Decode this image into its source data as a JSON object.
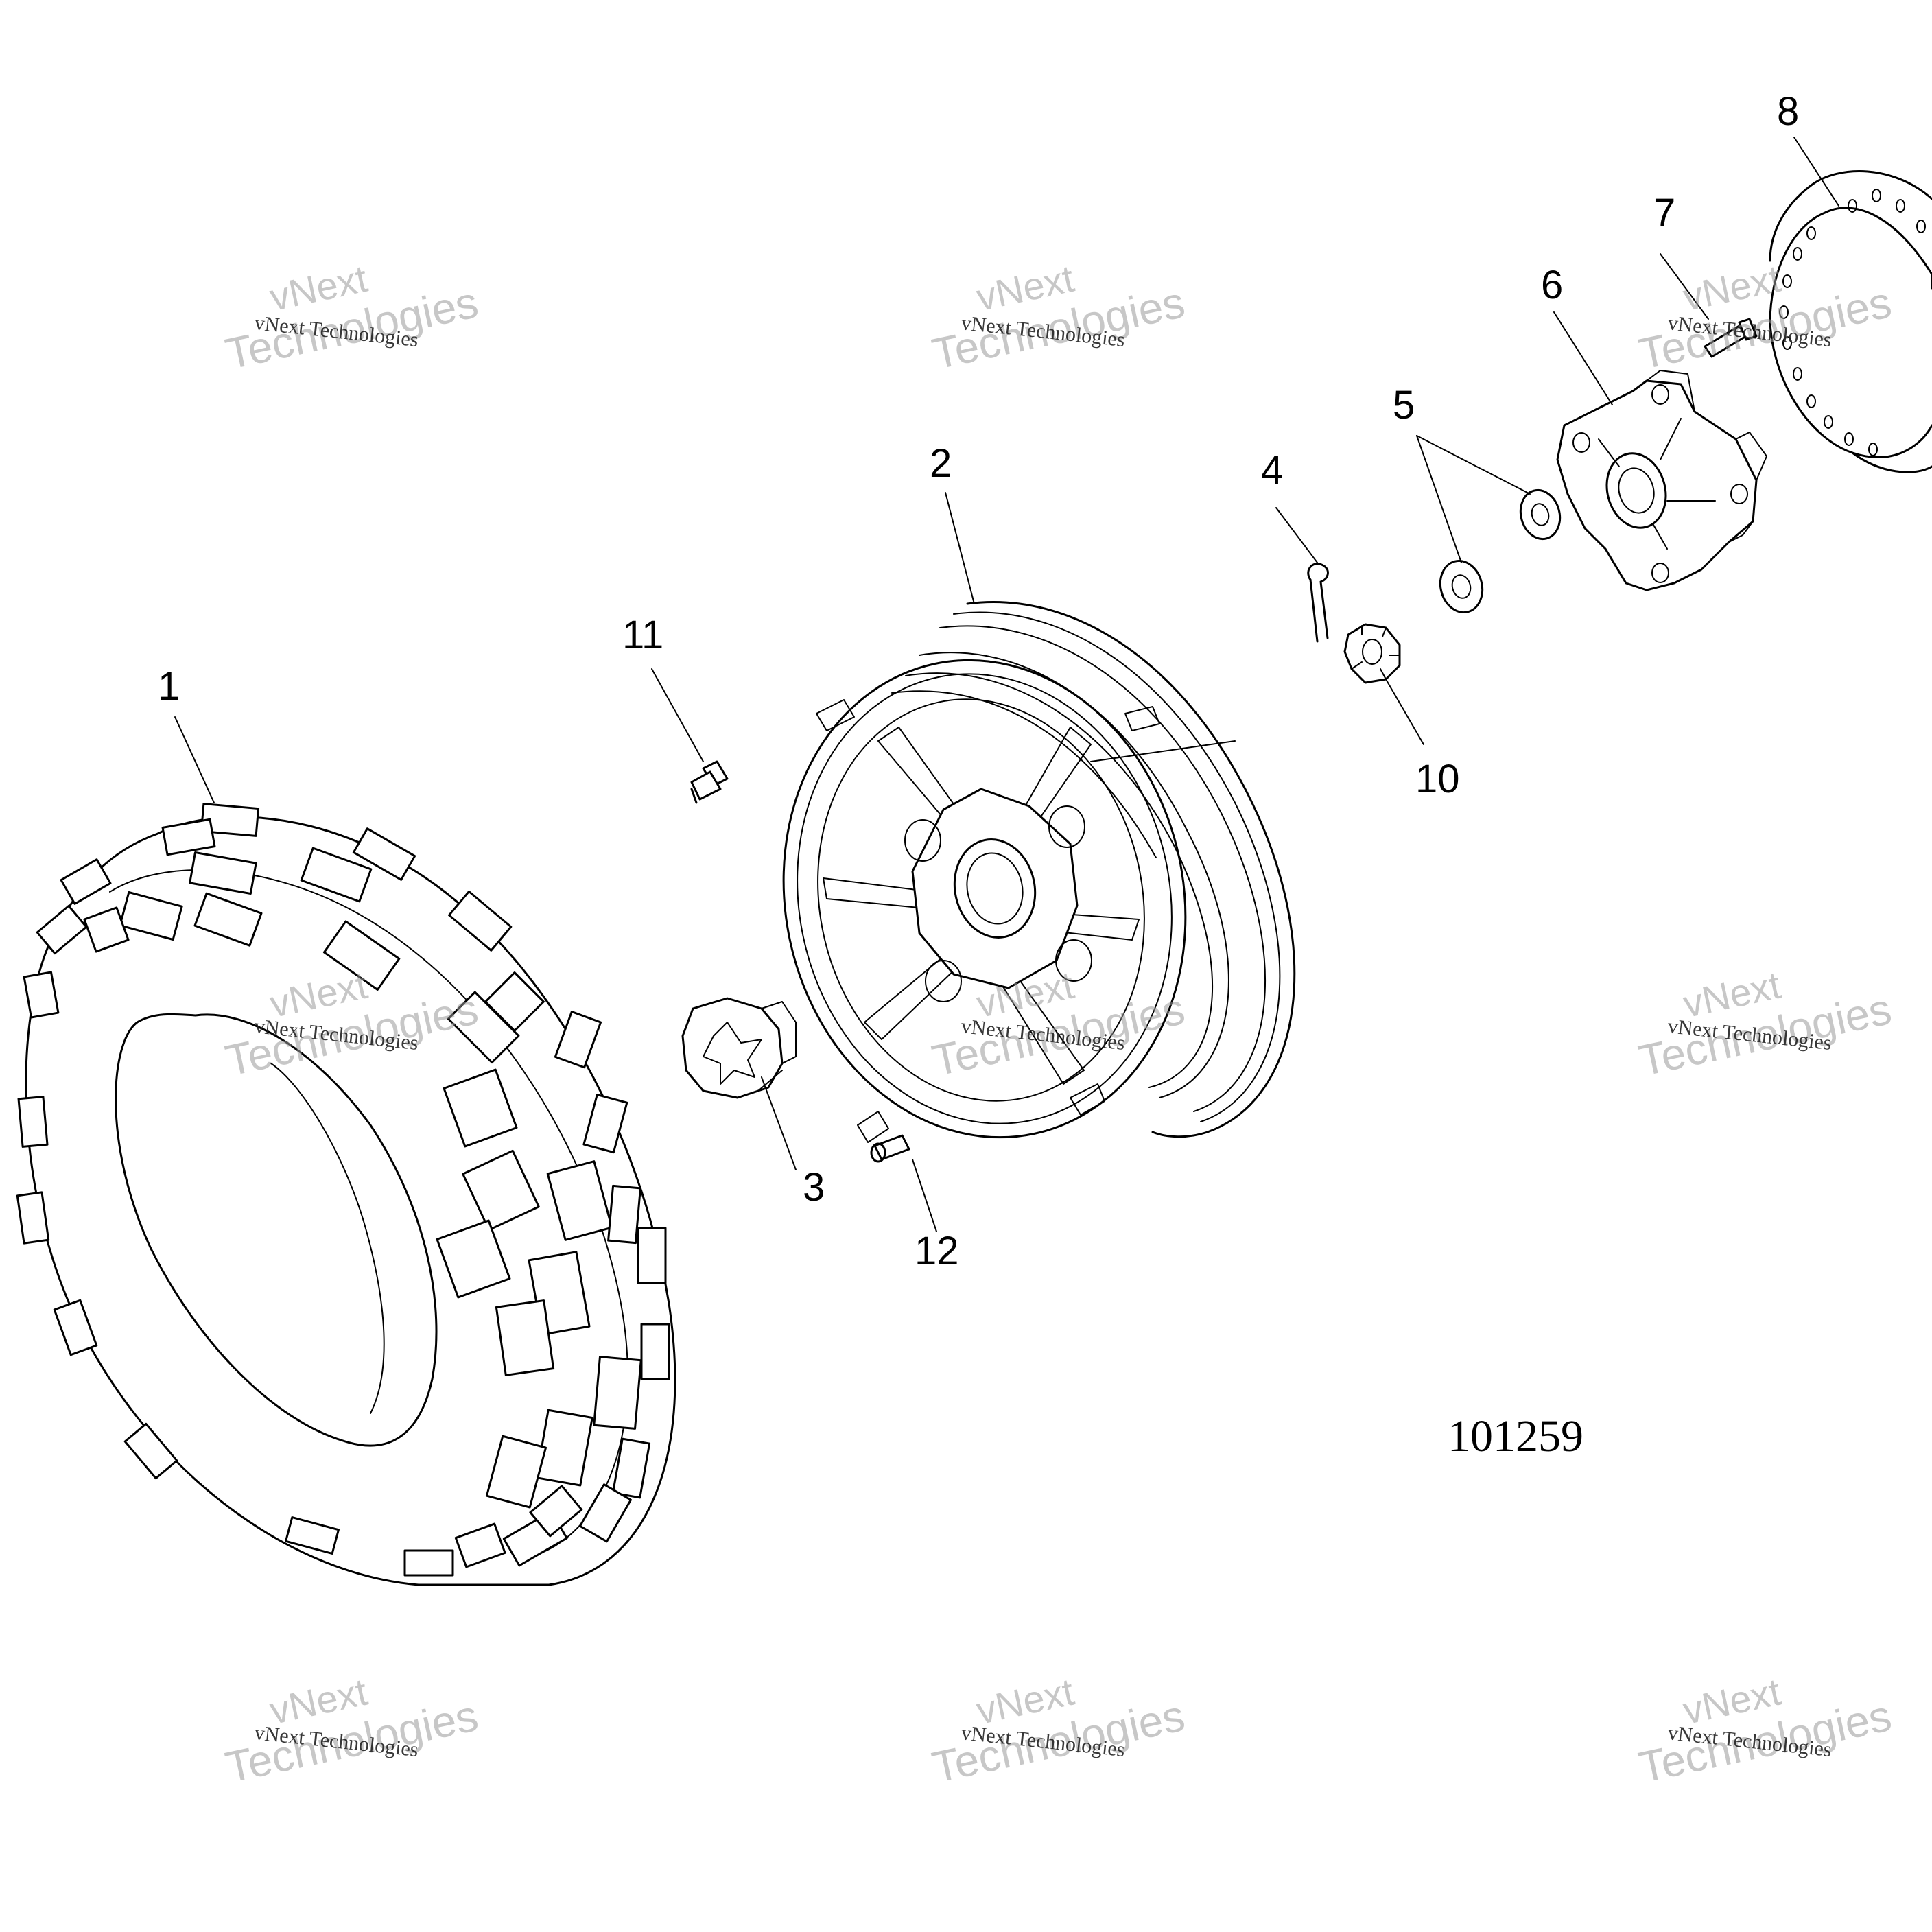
{
  "diagram": {
    "figure_number": "101259",
    "callouts": [
      {
        "id": "1",
        "part": "tire"
      },
      {
        "id": "2",
        "part": "wheel-rim"
      },
      {
        "id": "3",
        "part": "hub-cap"
      },
      {
        "id": "4",
        "part": "cotter-pin"
      },
      {
        "id": "5",
        "part": "washer"
      },
      {
        "id": "6",
        "part": "wheel-hub"
      },
      {
        "id": "7",
        "part": "wheel-stud"
      },
      {
        "id": "8",
        "part": "brake-disc"
      },
      {
        "id": "10",
        "part": "castle-nut"
      },
      {
        "id": "11",
        "part": "valve-stem"
      },
      {
        "id": "12",
        "part": "lug-nut"
      }
    ]
  },
  "watermark": {
    "line_brand": "vNext",
    "line_company": "Technologies",
    "line_full": "vNext Technologies",
    "color": "#9a9a9a"
  }
}
